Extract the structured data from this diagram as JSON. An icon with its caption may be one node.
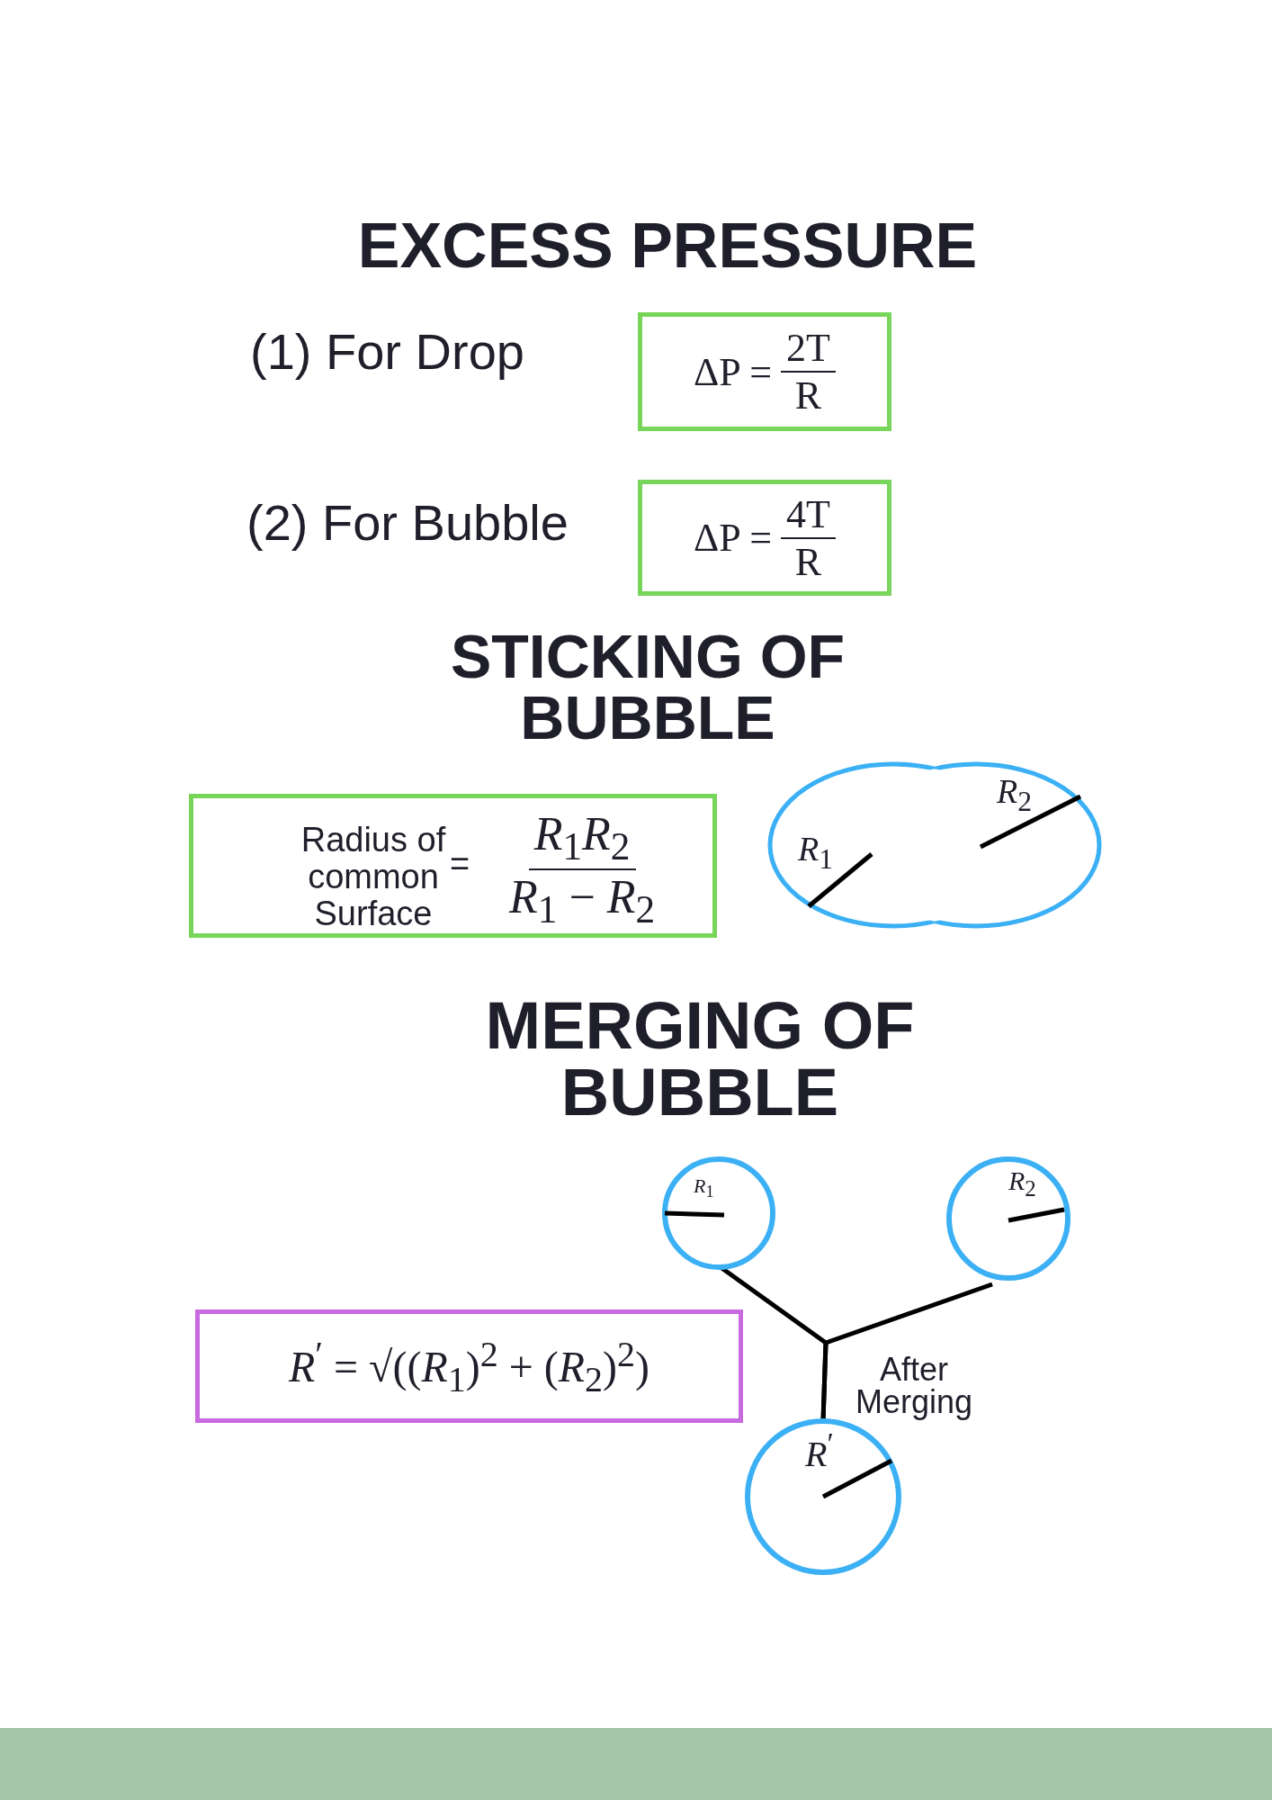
{
  "diagram": {
    "title": "EXCESS PRESSURE",
    "nodes": [
      {
        "text": [
          "ΔP =",
          "2T",
          "R"
        ]
      },
      {
        "text": [
          "ΔP =",
          "4T",
          "R"
        ]
      },
      {
        "text": [
          "Radius of common Surface",
          "=",
          "*R*$_{1}$*R*$_{2}$",
          "*R*$_{1}$ − *R*$_{2}$"
        ]
      },
      {
        "text": [
          "*R*$_{1}$",
          "*R*$_{2}$"
        ]
      },
      {
        "text": [
          "*R*$^{′}$ = √((*R*$_{1}$)$^{2}$ + (*R*$_{2}$)$^{2}$)"
        ]
      },
      {
        "text": [
          "*R*$_{1}$"
        ]
      },
      {
        "text": [
          "*R*$_{2}$"
        ]
      },
      {
        "text": [
          "*R*$^{′}$"
        ]
      }
    ],
    "edges": [
      {
        "from": 5,
        "to": 7,
        "arrow": "none",
        "label": "After Merging"
      },
      {
        "from": 6,
        "to": 7,
        "arrow": "none"
      }
    ],
    "labels": [
      "(1) For Drop",
      "(2) For Bubble",
      "STICKING OF BUBBLE",
      "MERGING OF BUBBLE"
    ]
  }
}
